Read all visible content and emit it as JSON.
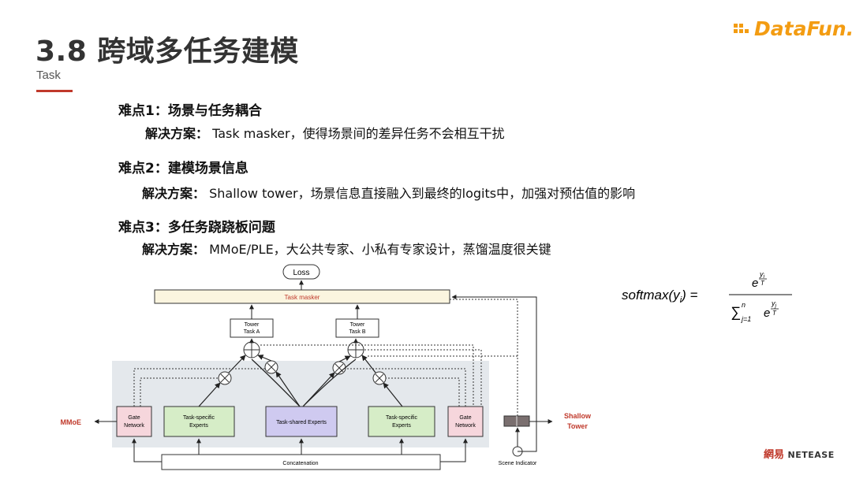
{
  "slide": {
    "title": "3.8 跨域多任务建模",
    "subtitle": "Task",
    "logo": "DataFun.",
    "footer_logo_cn": "網易",
    "footer_logo_en": "NETEASE"
  },
  "points": [
    {
      "difficulty": "难点1：场景与任务耦合",
      "solution_label": "解决方案：",
      "solution_text": "Task masker，使得场景间的差异任务不会相互干扰"
    },
    {
      "difficulty": "难点2：建模场景信息",
      "solution_label": "解决方案：",
      "solution_text": "Shallow tower，场景信息直接融入到最终的logits中，加强对预估值的影响"
    },
    {
      "difficulty": "难点3：多任务跷跷板问题",
      "solution_label": "解决方案：",
      "solution_text": "MMoE/PLE，大公共专家、小私有专家设计，蒸馏温度很关键"
    }
  ],
  "diagram": {
    "loss": "Loss",
    "task_masker": "Task masker",
    "tower_a_1": "Tower",
    "tower_a_2": "Task A",
    "tower_b_1": "Tower",
    "tower_b_2": "Task B",
    "gate_1": "Gate",
    "gate_2": "Network",
    "task_specific_1": "Task-specific",
    "task_specific_2": "Experts",
    "task_shared": "Task-shared Experts",
    "concatenation": "Concatenation",
    "scene_indicator": "Scene Indicator",
    "mmoe": "MMoE",
    "shallow_1": "Shallow",
    "shallow_2": "Tower"
  },
  "formula": {
    "lhs": "softmax(y",
    "lhs_sub": "i",
    "lhs_close": ") =",
    "num_base": "e",
    "num_exp_top": "y",
    "num_exp_top_sub": "i",
    "num_exp_bottom": "T",
    "den_sum": "∑",
    "den_upper": "n",
    "den_lower": "j=1",
    "den_base": "e",
    "den_exp_top": "y",
    "den_exp_top_sub": "j",
    "den_exp_bottom": "T"
  },
  "colors": {
    "accent_red": "#c0392b",
    "logo_orange": "#f39c12",
    "task_masker_fill": "#fbf5df",
    "gate_fill": "#f6d6dc",
    "specific_fill": "#d6edc7",
    "shared_fill": "#cfcaf0",
    "panel_fill": "#e4e8ec",
    "scene_fill": "#7a6f6f"
  }
}
